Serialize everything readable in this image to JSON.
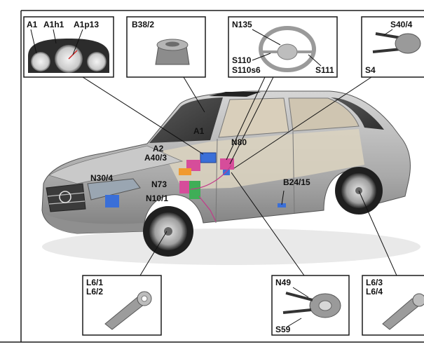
{
  "insets": {
    "cluster": {
      "labels": [
        "A1",
        "A1h1",
        "A1p13"
      ]
    },
    "sensor": {
      "labels": [
        "B38/2"
      ]
    },
    "wheel": {
      "labels": [
        "N135",
        "S110",
        "S110s6",
        "S111"
      ]
    },
    "switch_top": {
      "labels": [
        "S40/4",
        "S4"
      ]
    },
    "lamp_front": {
      "labels": [
        "L6/1",
        "L6/2"
      ]
    },
    "clock_spring": {
      "labels": [
        "N49",
        "S59"
      ]
    },
    "lamp_rear": {
      "labels": [
        "L6/3",
        "L6/4"
      ]
    }
  },
  "callouts": {
    "a1": "A1",
    "n80": "N80",
    "a2": "A2",
    "a40_3": "A40/3",
    "n73": "N73",
    "n10_1": "N10/1",
    "n30_4": "N30/4",
    "b24_15": "B24/15"
  },
  "colors": {
    "frame": "#1a1a1a",
    "car_body": "#b8b8b8",
    "car_dark": "#6f6f6f",
    "glass": "#4a4a4a",
    "interior": "#dcd3c0",
    "module_blue": "#3a6fd8",
    "module_pink": "#d64d9a",
    "module_green": "#3fae57",
    "module_orange": "#f09a30"
  }
}
